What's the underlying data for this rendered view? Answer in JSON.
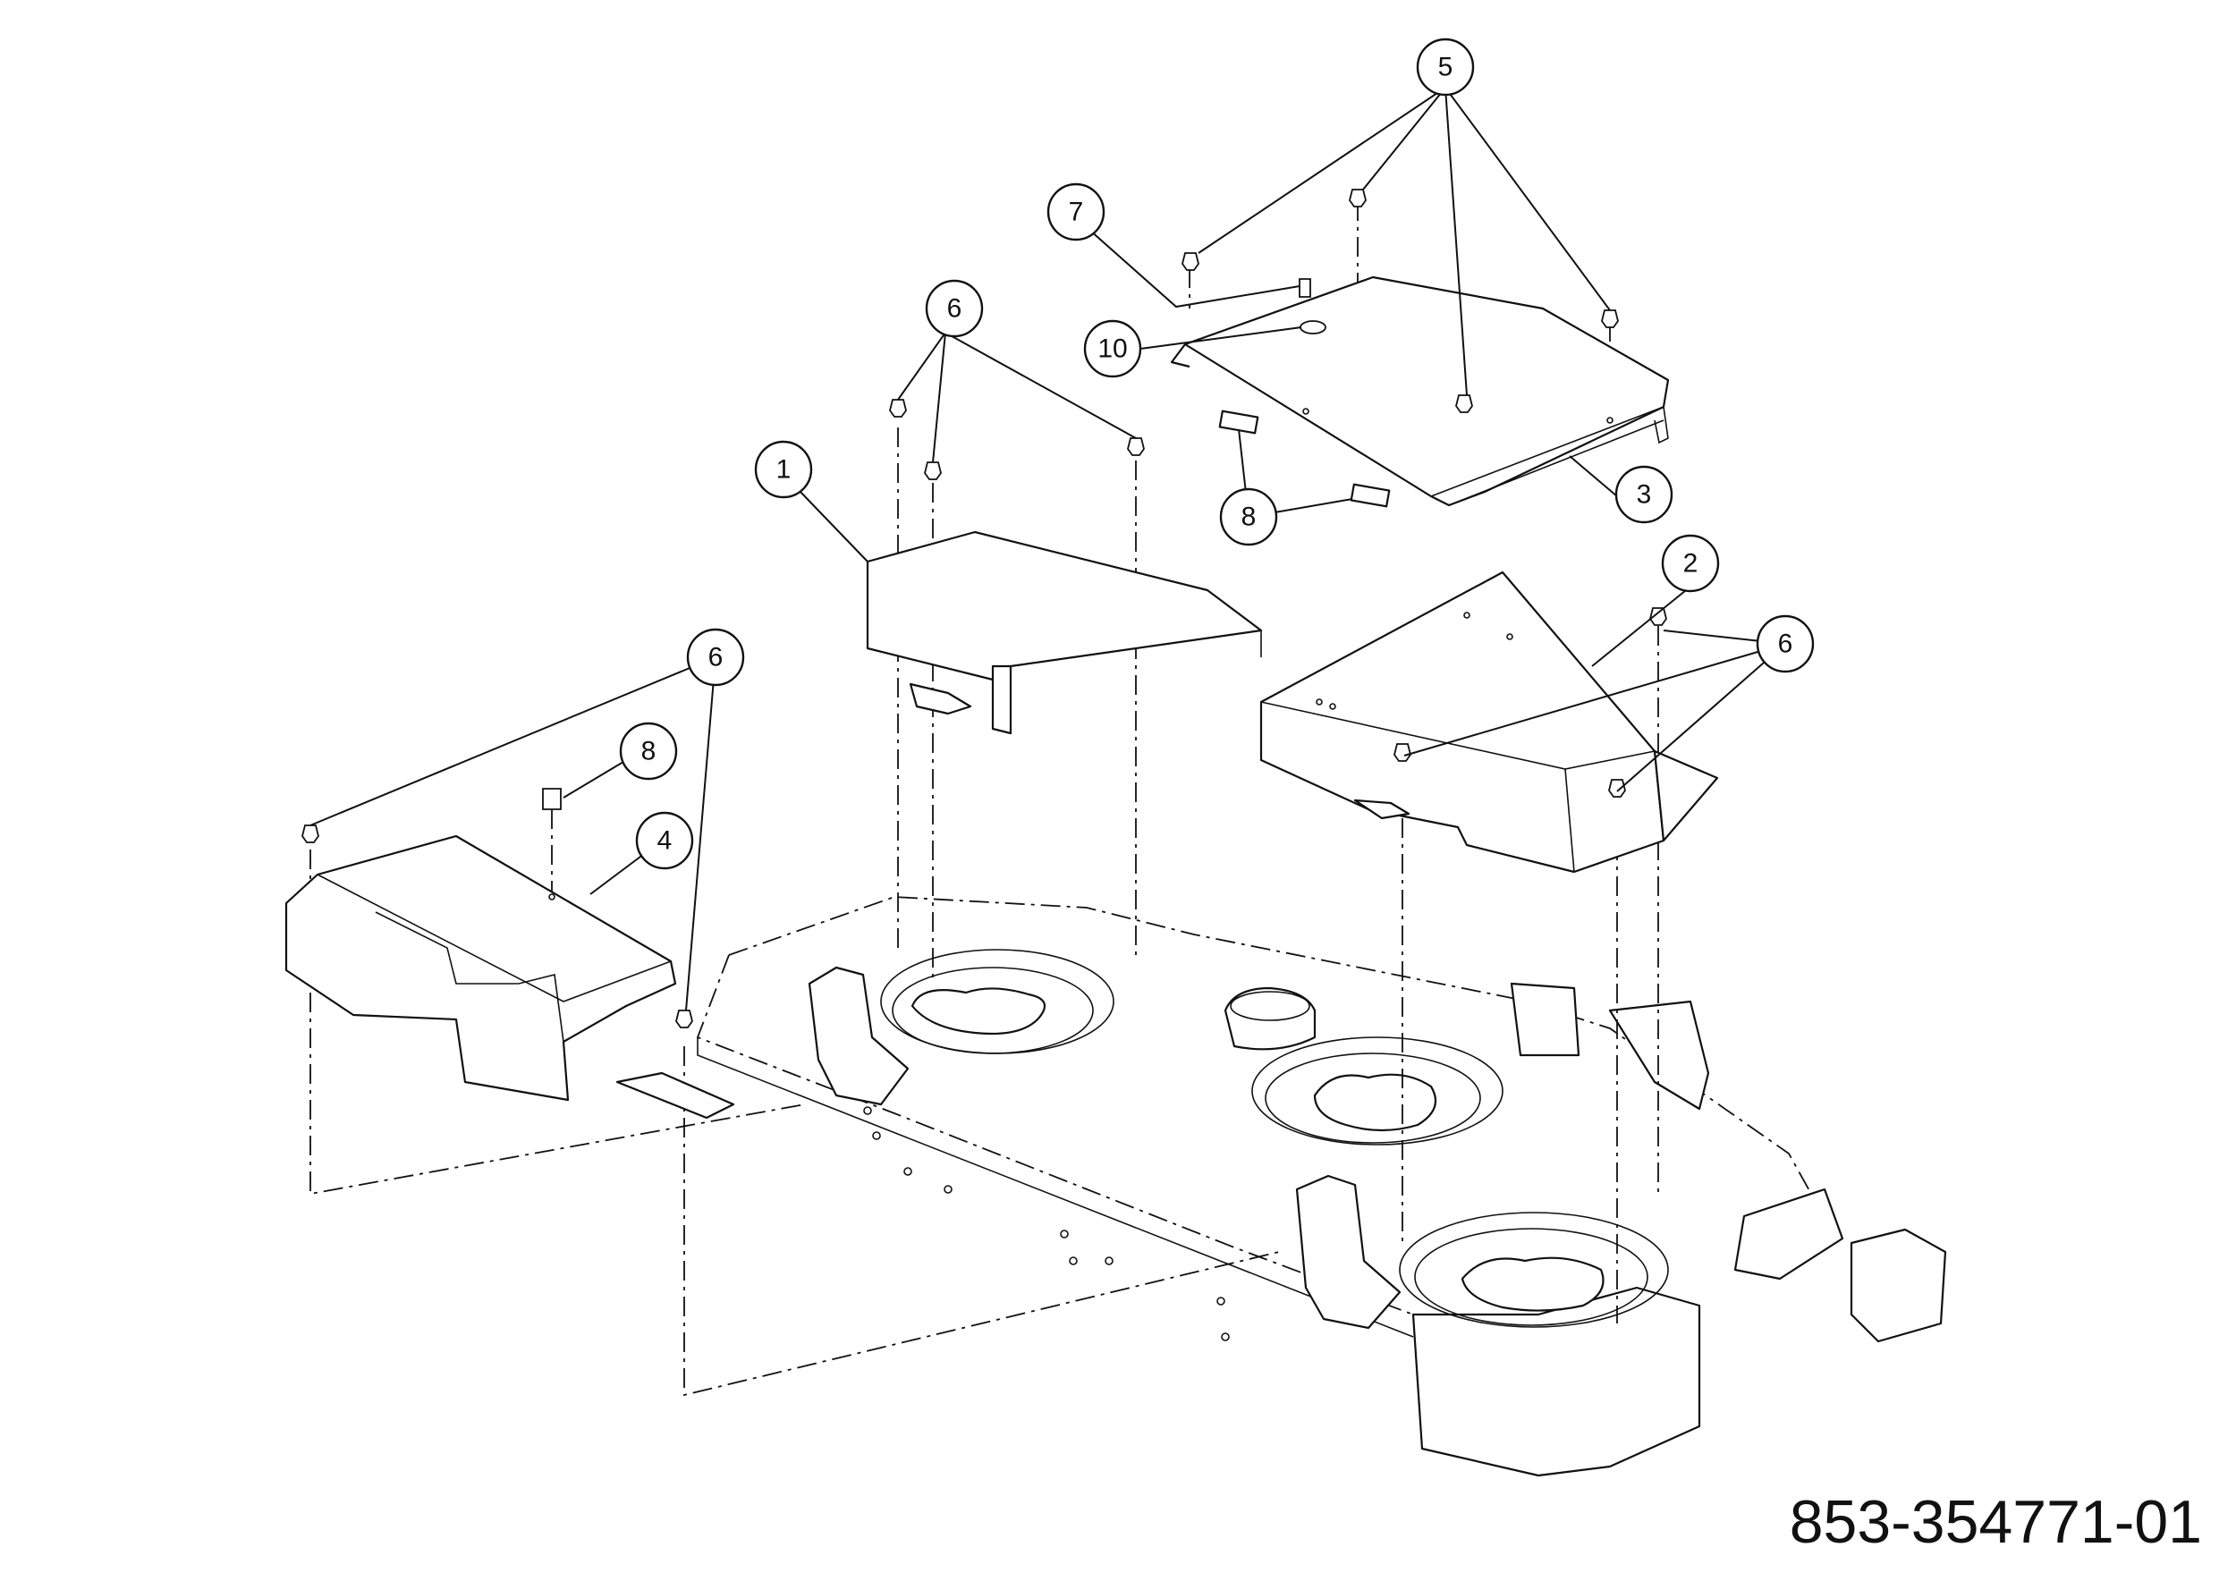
{
  "diagram": {
    "drawing_number": "853-354771-01",
    "callouts": [
      {
        "id": "callout-5",
        "label": "5"
      },
      {
        "id": "callout-7",
        "label": "7"
      },
      {
        "id": "callout-10",
        "label": "10"
      },
      {
        "id": "callout-6-top",
        "label": "6"
      },
      {
        "id": "callout-1",
        "label": "1"
      },
      {
        "id": "callout-8-top",
        "label": "8"
      },
      {
        "id": "callout-3",
        "label": "3"
      },
      {
        "id": "callout-2",
        "label": "2"
      },
      {
        "id": "callout-6-right",
        "label": "6"
      },
      {
        "id": "callout-6-left",
        "label": "6"
      },
      {
        "id": "callout-8-left",
        "label": "8"
      },
      {
        "id": "callout-4",
        "label": "4"
      }
    ]
  }
}
